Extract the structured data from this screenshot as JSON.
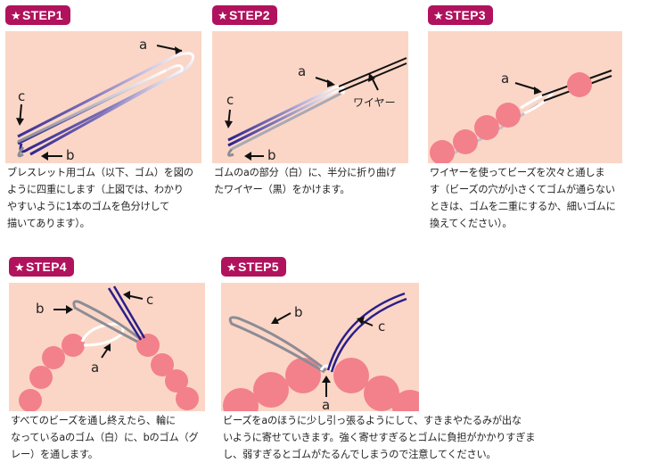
{
  "steps": [
    {
      "badge": "STEP1",
      "labels": {
        "a": "a",
        "b": "b",
        "c": "c"
      },
      "desc": [
        "ブレスレット用ゴム（以下、ゴム）を図の",
        "ように四重にします（上図では、わかり",
        "やすいように1本のゴムを色分けして",
        "描いてあります）。"
      ]
    },
    {
      "badge": "STEP2",
      "labels": {
        "a": "a",
        "b": "b",
        "c": "c",
        "wire": "ワイヤー"
      },
      "desc": [
        "ゴムのaの部分（白）に、半分に折り曲げ",
        "たワイヤー（黒）をかけます。"
      ]
    },
    {
      "badge": "STEP3",
      "labels": {
        "a": "a"
      },
      "desc": [
        "ワイヤーを使ってビーズを次々と通しま",
        "す（ビーズの穴が小さくてゴムが通らない",
        "ときは、ゴムを二重にするか、細いゴムに",
        "換えてください）。"
      ]
    },
    {
      "badge": "STEP4",
      "labels": {
        "a": "a",
        "b": "b",
        "c": "c"
      },
      "desc": [
        "すべてのビーズを通し終えたら、輪に",
        "なっているaのゴム（白）に、bのゴム（グ",
        "レー）を通します。"
      ]
    },
    {
      "badge": "STEP5",
      "labels": {
        "a": "a",
        "b": "b",
        "c": "c"
      },
      "desc": [
        "ビーズをaのほうに少し引っ張るようにして、すきまやたるみが出な",
        "いように寄せていきます。強く寄せすぎるとゴムに負担がかかりすぎま",
        "し、弱すぎるとゴムがたるんでしまうので注意してください。"
      ]
    }
  ],
  "colors": {
    "badge": "#b0125d",
    "panel": "#fbd6c6",
    "bead": "#f2818c",
    "elastic_c": "#2a1f8a",
    "elastic_b": "#8c8c95",
    "wire": "#111111"
  },
  "icons": {
    "badge_star": "★"
  }
}
